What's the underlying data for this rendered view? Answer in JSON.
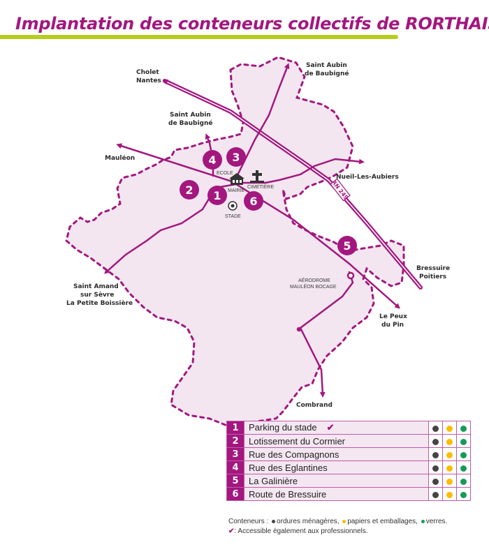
{
  "title": "Implantation des conteneurs collectifs de RORTHAIS",
  "colors": {
    "brand": "#a3177f",
    "area_fill": "#f3e6f0",
    "underline": "#b7cd1b",
    "ordures": "#444444",
    "papiers": "#fbbd00",
    "verres": "#159a5a"
  },
  "map": {
    "destinations": {
      "cholet_nantes": [
        "Cholet",
        "Nantes"
      ],
      "saint_aubin_ne": [
        "Saint Aubin",
        "de Baubigné"
      ],
      "saint_aubin_nw": [
        "Saint Aubin",
        "de Baubigné"
      ],
      "mauleon": "Mauléon",
      "nueil": "Nueil-Les-Aubiers",
      "bressuire_poitiers": [
        "Bressuire",
        "Poitiers"
      ],
      "saint_amand": [
        "Saint Amand",
        "sur Sèvre",
        "La Petite Boissière"
      ],
      "le_peux": [
        "Le Peux",
        "du Pin"
      ],
      "combrand": "Combrand"
    },
    "road_label": "RN 249",
    "places": {
      "ecole": "ECOLE",
      "mairie": "MAIRIE",
      "cimetiere": "CIMETIÈRE",
      "stade": "STADE",
      "aerodrome": [
        "AÉRODROME",
        "MAULÉON BOCAGE"
      ]
    },
    "markers": [
      "1",
      "2",
      "3",
      "4",
      "5",
      "6"
    ]
  },
  "legend": {
    "rows": [
      {
        "num": "1",
        "name": "Parking du stade",
        "pro": true
      },
      {
        "num": "2",
        "name": "Lotissement du Cormier",
        "pro": false
      },
      {
        "num": "3",
        "name": "Rue des Compagnons",
        "pro": false
      },
      {
        "num": "4",
        "name": "Rue des Eglantines",
        "pro": false
      },
      {
        "num": "5",
        "name": "La Galinière",
        "pro": false
      },
      {
        "num": "6",
        "name": "Route de Bressuire",
        "pro": false
      }
    ],
    "check_glyph": "✔",
    "note_prefix": "Conteneurs :",
    "note_ordures": "ordures ménagères,",
    "note_papiers": "papiers et emballages,",
    "note_verres": "verres.",
    "note_pro": ":  Accessible également aux professionnels."
  }
}
